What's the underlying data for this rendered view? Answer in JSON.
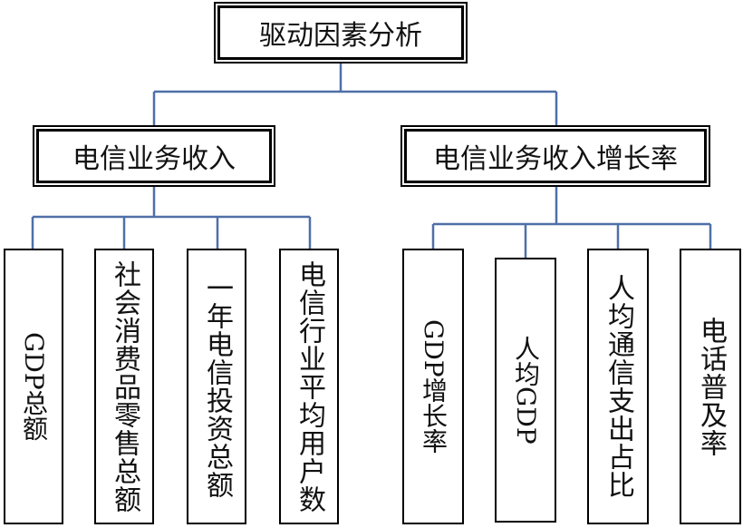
{
  "root": {
    "label": "驱动因素分析"
  },
  "branches": [
    {
      "label": "电信业务收入",
      "children": [
        "GDP总额",
        "社会消费品零售总额",
        "一年电信投资总额",
        "电信行业平均用户数"
      ]
    },
    {
      "label": "电信业务收入增长率",
      "children": [
        "GDP增长率",
        "人均GDP",
        "人均通信支出占比",
        "电话普及率"
      ]
    }
  ],
  "colors": {
    "connector": "#4f6fa8",
    "border": "#000000"
  }
}
